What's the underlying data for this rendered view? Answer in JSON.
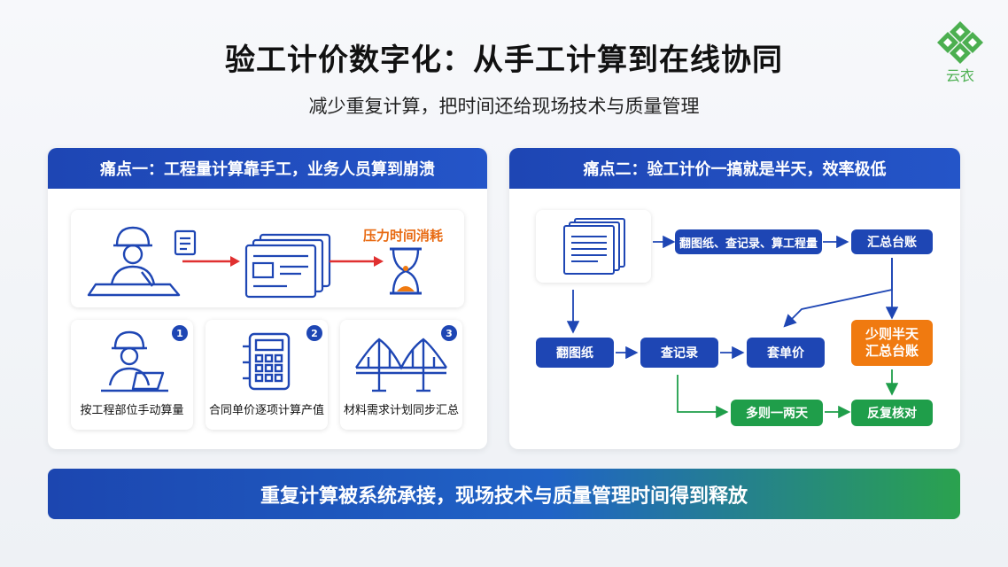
{
  "header": {
    "title": "验工计价数字化：从手工计算到在线协同",
    "subtitle": "减少重复计算，把时间还给现场技术与质量管理"
  },
  "logo": {
    "text": "云衣"
  },
  "left_panel": {
    "title": "痛点一：工程量计算靠手工，业务人员算到崩溃",
    "pressure_label": "压力时间消耗",
    "cards": [
      {
        "badge": "1",
        "label": "按工程部位手动算量"
      },
      {
        "badge": "2",
        "label": "合同单价逐项计算产值"
      },
      {
        "badge": "3",
        "label": "材料需求计划同步汇总"
      }
    ]
  },
  "right_panel": {
    "title": "痛点二：验工计价一搞就是半天，效率极低",
    "nodes": {
      "flip_check_calc": "翻图纸、查记录、算工程量",
      "summary_ledger": "汇总台账",
      "flip": "翻图纸",
      "check": "查记录",
      "unit_price": "套单价",
      "half_day_line1": "少则半天",
      "half_day_line2": "汇总台账",
      "one_two_days": "多则一两天",
      "recheck": "反复核对"
    }
  },
  "banner": {
    "text": "重复计算被系统承接，现场技术与质量管理时间得到释放"
  },
  "colors": {
    "brand_blue": "#1e46b4",
    "green": "#1f9e4a",
    "orange": "#f07a10",
    "arrow_red": "#e03030"
  }
}
